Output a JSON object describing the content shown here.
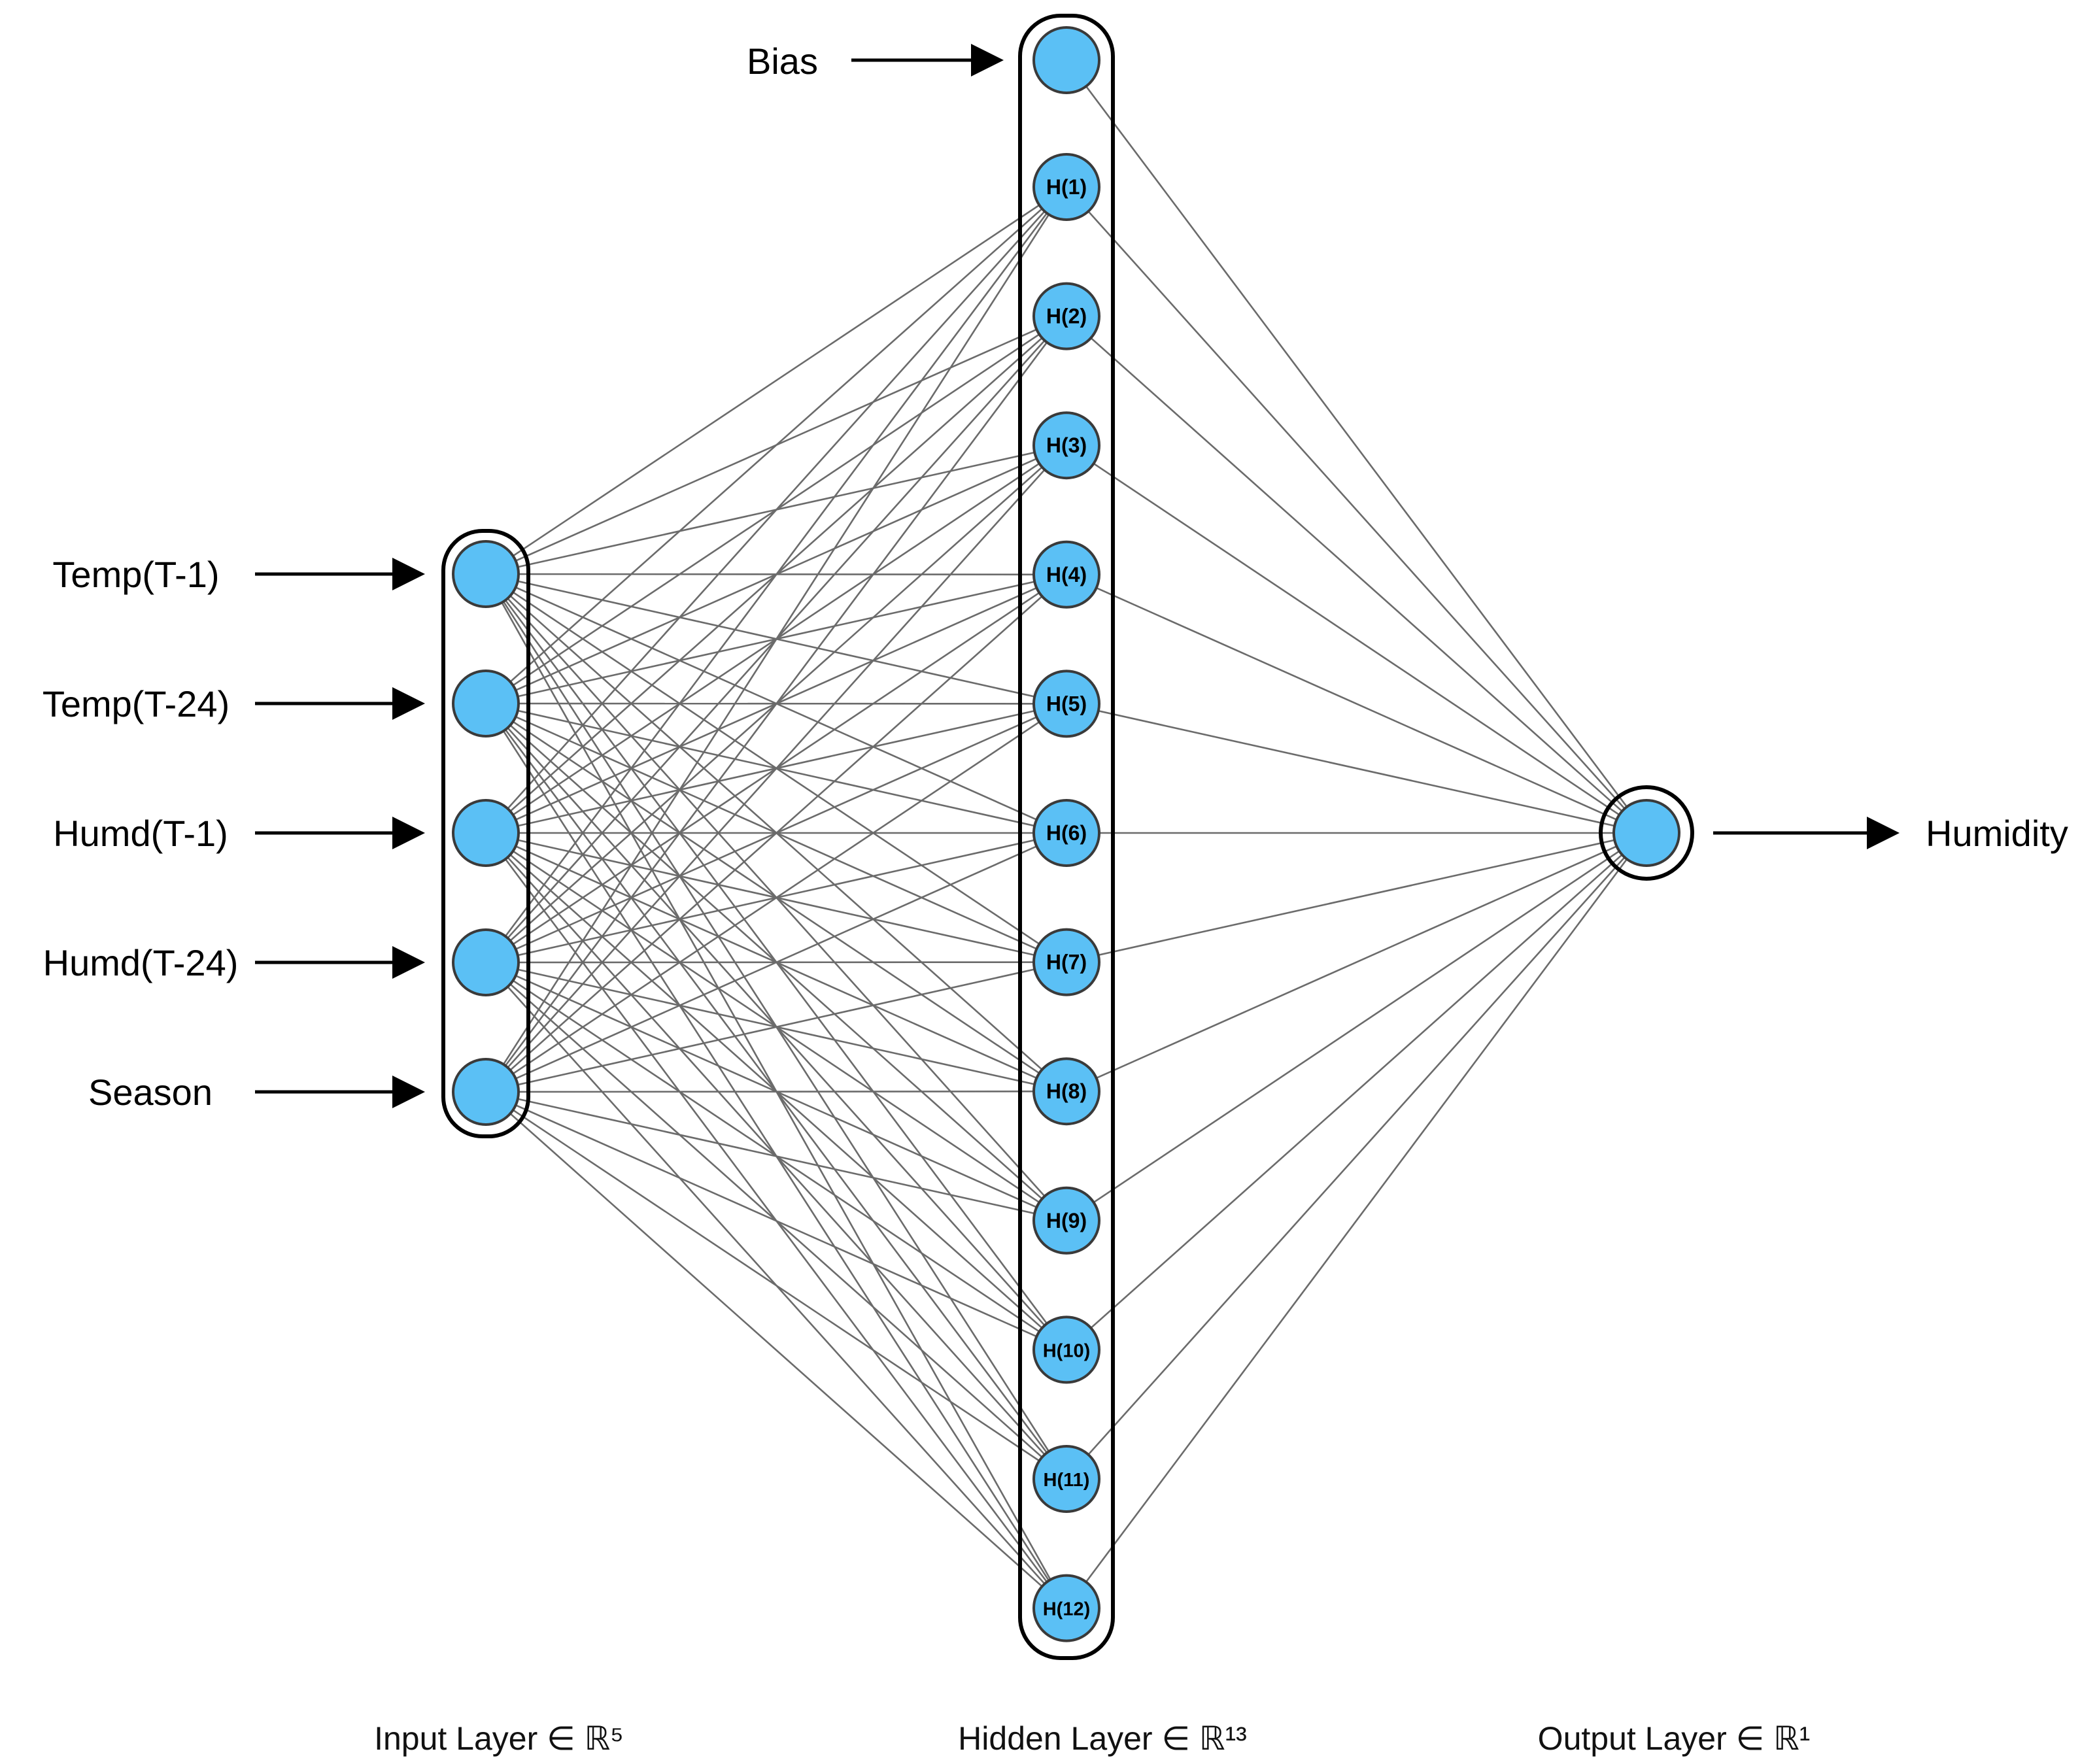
{
  "colors": {
    "node_fill": "#5bc0f5",
    "node_stroke": "#3a3a3a",
    "edge": "#6b6b6b",
    "box_stroke": "#000000"
  },
  "inputs": [
    "Temp(T-1)",
    "Temp(T-24)",
    "Humd(T-1)",
    "Humd(T-24)",
    "Season"
  ],
  "bias_label": "Bias",
  "hidden_nodes": [
    "H(1)",
    "H(2)",
    "H(3)",
    "H(4)",
    "H(5)",
    "H(6)",
    "H(7)",
    "H(8)",
    "H(9)",
    "H(10)",
    "H(11)",
    "H(12)"
  ],
  "output_label": "Humidity",
  "captions": {
    "input": "Input Layer ∈ ℝ⁵",
    "hidden": "Hidden Layer ∈ ℝ¹³",
    "output": "Output Layer ∈ ℝ¹"
  }
}
